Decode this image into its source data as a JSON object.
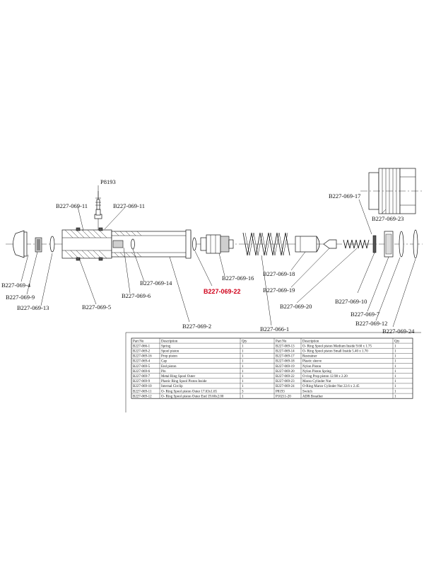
{
  "callouts": {
    "p8193": "P8193",
    "b11_left": "B227-069-11",
    "b11_right": "B227-069-11",
    "b4": "B227-069-4",
    "b9": "B227-069-9",
    "b13": "B227-069-13",
    "b5": "B227-069-5",
    "b6": "B227-069-6",
    "b14": "B227-069-14",
    "b2": "B227-069-2",
    "b16": "B227-069-16",
    "b22": "B227-069-22",
    "b066_1": "B227-066-1",
    "b18": "B227-069-18",
    "b19": "B227-069-19",
    "b20": "B227-069-20",
    "b17": "B227-069-17",
    "b23": "B227-069-23",
    "b10": "B227-069-10",
    "b7": "B227-069-7",
    "b12": "B227-069-12",
    "b24": "B227-069-24"
  },
  "colors": {
    "highlight": "#d0021b",
    "line": "#111111"
  },
  "parts_table": {
    "headers": [
      "Part No",
      "Description",
      "Qty",
      "Part No",
      "Description",
      "Qty"
    ],
    "rows": [
      [
        "B227-066-1",
        "Spring",
        "1",
        "B227-069-13",
        "O- Ring Spool piston Medium Inside 9.60 x 1.75",
        "1"
      ],
      [
        "B227-069-2",
        "Spool piston",
        "1",
        "B227-069-14",
        "O- Ring Spool piston Small Inside 5.40 x 1.70",
        "1"
      ],
      [
        "B227-069-16",
        "Prop piston",
        "1",
        "B227-069-17",
        "Restrainer",
        "1"
      ],
      [
        "B227-069-4",
        "Cap",
        "1",
        "B227-069-18",
        "Plastic sleeve",
        "1"
      ],
      [
        "B227-069-5",
        "End piston",
        "1",
        "B227-069-19",
        "Nylon Piston",
        "1"
      ],
      [
        "B227-069-6",
        "Pin",
        "1",
        "B227-069-20",
        "Nylon Piston Spring",
        "1"
      ],
      [
        "B227-069-7",
        "Metal Ring Spool Outer",
        "1",
        "B227-069-22",
        "O-ring Prop piston 12.98 x 2.20",
        "1"
      ],
      [
        "B227-069-9",
        "Plastic Ring Spool Piston Inside",
        "1",
        "B227-069-23",
        "Marzo Cylinder Nut",
        "1"
      ],
      [
        "B227-069-10",
        "Internal Circlip",
        "1",
        "B227-069-24",
        "O-Ring Marzo Cylinder Nut 22.6 x 2.45",
        "1"
      ],
      [
        "B227-069-11",
        "O- Ring Spool piston Outer 17.63x1.65",
        "3",
        "P8193",
        "Switch",
        "1"
      ],
      [
        "B227-069-12",
        "O- Ring Spool piston Outer End 19.60x2.00",
        "1",
        "P10211-20",
        "ADR Breather",
        "1"
      ]
    ]
  }
}
